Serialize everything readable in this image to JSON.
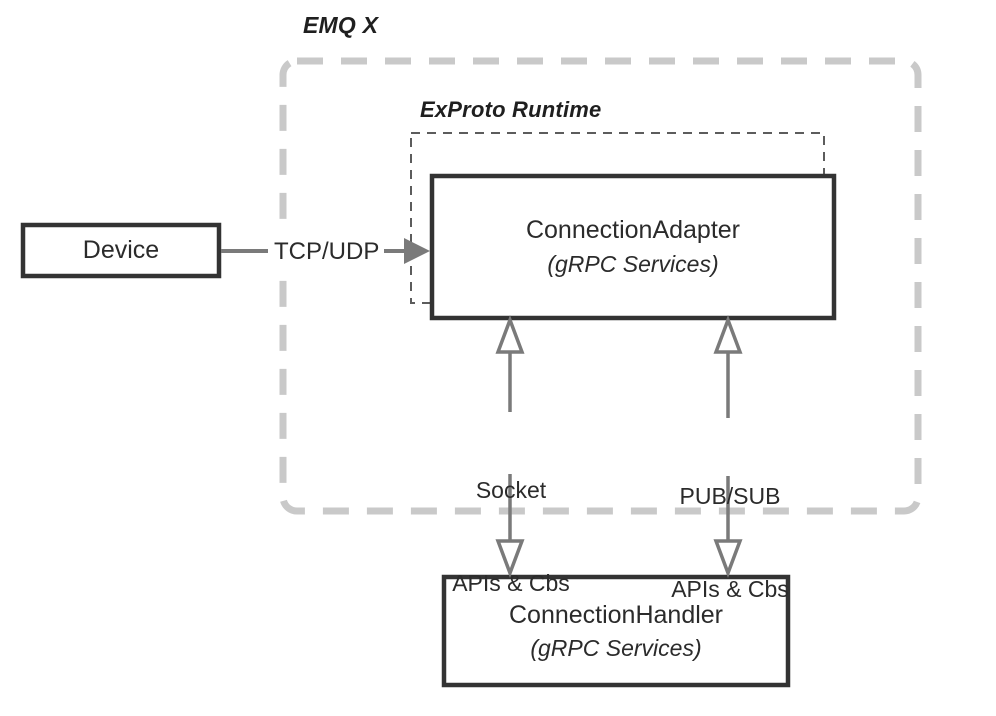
{
  "diagram": {
    "title_visible": false,
    "groups": [
      {
        "id": "emqx",
        "label": "EMQ X",
        "border_style": "dashed",
        "border_color": "#c9c9c9"
      },
      {
        "id": "exproto",
        "label": "ExProto Runtime",
        "border_style": "dashed",
        "border_color": "#5c5c5c"
      }
    ],
    "nodes": [
      {
        "id": "device",
        "title": "Device",
        "subtitle": "",
        "border_color": "#333333"
      },
      {
        "id": "connection-adapter",
        "title": "ConnectionAdapter",
        "subtitle": "(gRPC Services)",
        "border_color": "#333333"
      },
      {
        "id": "connection-handler",
        "title": "ConnectionHandler",
        "subtitle": "(gRPC Services)",
        "border_color": "#333333"
      }
    ],
    "edges": [
      {
        "id": "device-to-adapter",
        "label": "TCP/UDP",
        "from": "device",
        "to": "connection-adapter",
        "arrow": "single",
        "color": "#7a7a7a"
      },
      {
        "id": "socket-apis",
        "label_line1": "Socket",
        "label_line2": "APIs & Cbs",
        "from": "connection-adapter",
        "to": "connection-handler",
        "arrow": "double",
        "color": "#7a7a7a"
      },
      {
        "id": "pubsub-apis",
        "label_line1": "PUB/SUB",
        "label_line2": "APIs & Cbs",
        "from": "connection-adapter",
        "to": "connection-handler",
        "arrow": "double",
        "color": "#7a7a7a"
      }
    ],
    "colors": {
      "background": "#ffffff",
      "node_border": "#333333",
      "outer_group_border": "#c9c9c9",
      "inner_group_border": "#5c5c5c",
      "arrow": "#7a7a7a",
      "text": "#2b2b2b"
    }
  }
}
